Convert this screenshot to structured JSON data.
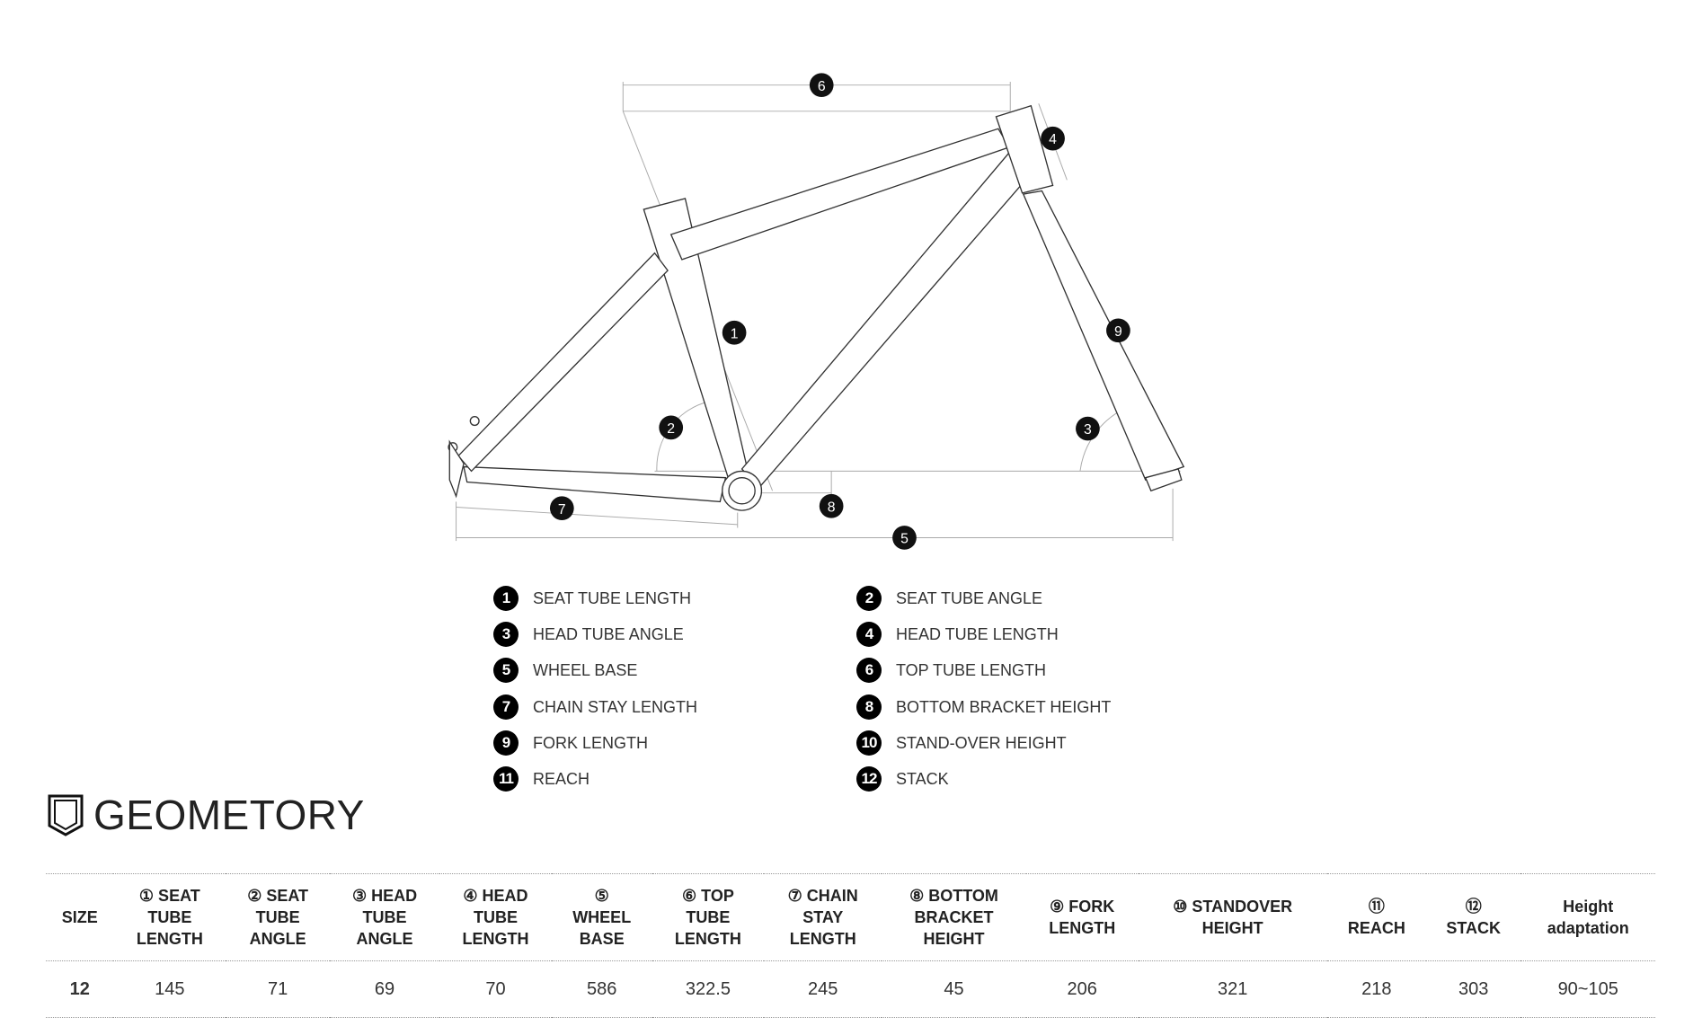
{
  "diagram": {
    "callouts": [
      "1",
      "2",
      "3",
      "4",
      "5",
      "6",
      "7",
      "8",
      "9"
    ]
  },
  "legend": [
    {
      "num": "1",
      "label": "SEAT TUBE LENGTH"
    },
    {
      "num": "2",
      "label": "SEAT TUBE ANGLE"
    },
    {
      "num": "3",
      "label": "HEAD TUBE ANGLE"
    },
    {
      "num": "4",
      "label": "HEAD TUBE LENGTH"
    },
    {
      "num": "5",
      "label": "WHEEL BASE"
    },
    {
      "num": "6",
      "label": "TOP TUBE LENGTH"
    },
    {
      "num": "7",
      "label": "CHAIN STAY LENGTH"
    },
    {
      "num": "8",
      "label": "BOTTOM BRACKET HEIGHT"
    },
    {
      "num": "9",
      "label": "FORK LENGTH"
    },
    {
      "num": "10",
      "label": "STAND-OVER HEIGHT"
    },
    {
      "num": "11",
      "label": "REACH"
    },
    {
      "num": "12",
      "label": "STACK"
    }
  ],
  "section": {
    "title": "GEOMETORY",
    "icon": "shield-icon"
  },
  "table": {
    "headers": [
      [
        "SIZE"
      ],
      [
        "① SEAT",
        "TUBE",
        "LENGTH"
      ],
      [
        "② SEAT",
        "TUBE",
        "ANGLE"
      ],
      [
        "③ HEAD",
        "TUBE",
        "ANGLE"
      ],
      [
        "④ HEAD",
        "TUBE",
        "LENGTH"
      ],
      [
        "⑤",
        "WHEEL",
        "BASE"
      ],
      [
        "⑥ TOP",
        "TUBE",
        "LENGTH"
      ],
      [
        "⑦ CHAIN",
        "STAY",
        "LENGTH"
      ],
      [
        "⑧ BOTTOM",
        "BRACKET",
        "HEIGHT"
      ],
      [
        "⑨ FORK",
        "LENGTH"
      ],
      [
        "⑩ STANDOVER",
        "HEIGHT"
      ],
      [
        "⑪",
        "REACH"
      ],
      [
        "⑫",
        "STACK"
      ],
      [
        "Height",
        "adaptation"
      ]
    ],
    "rows": [
      [
        "12",
        "145",
        "71",
        "69",
        "70",
        "586",
        "322.5",
        "245",
        "45",
        "206",
        "321",
        "218",
        "303",
        "90~105"
      ]
    ]
  }
}
